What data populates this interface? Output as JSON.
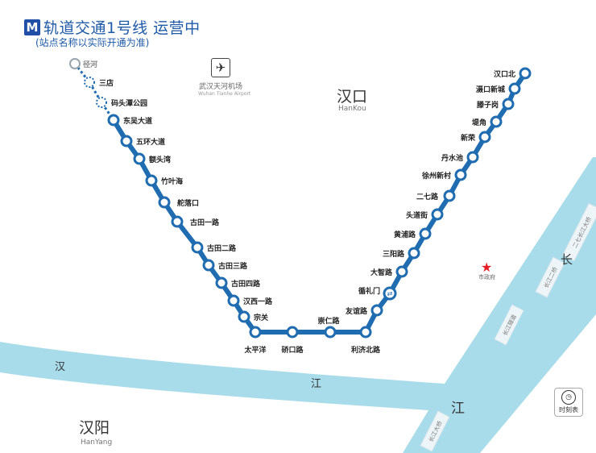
{
  "header": {
    "logo_glyph": "M",
    "title": "轨道交通1号线 运营中",
    "subtitle": "(站点名称以实际开通为准)"
  },
  "districts": {
    "hankou_cn": "汉口",
    "hankou_en": "HanKou",
    "hanyang_cn": "汉阳",
    "hanyang_en": "HanYang"
  },
  "rivers": {
    "han_1": "汉",
    "han_2": "江",
    "yangtze_1": "长",
    "yangtze_2": "江"
  },
  "bridges": {
    "erqi": "二七长江大桥",
    "second": "长江二桥",
    "tunnel": "长江隧道",
    "first": "长江大桥"
  },
  "landmarks": {
    "airport_cn": "武汉天河机场",
    "airport_en": "Wuhan Tianhe Airport",
    "city_gov": "市政府"
  },
  "timetable_label": "时刻表",
  "colors": {
    "line": "#1f6cb0",
    "station_fill": "#ffffff",
    "planned": "#9aa4ad",
    "river": "#a9dcea",
    "title": "#1e5aa8",
    "marker": "#e41e26"
  },
  "stations": [
    {
      "name": "径河",
      "status": "planned"
    },
    {
      "name": "三店",
      "status": "planned"
    },
    {
      "name": "码头潭公园",
      "status": "planned"
    },
    {
      "name": "东吴大道",
      "status": "open"
    },
    {
      "name": "五环大道",
      "status": "open"
    },
    {
      "name": "额头湾",
      "status": "open"
    },
    {
      "name": "竹叶海",
      "status": "open"
    },
    {
      "name": "舵落口",
      "status": "open"
    },
    {
      "name": "古田一路",
      "status": "open"
    },
    {
      "name": "古田二路",
      "status": "open"
    },
    {
      "name": "古田三路",
      "status": "open"
    },
    {
      "name": "古田四路",
      "status": "open"
    },
    {
      "name": "汉西一路",
      "status": "open"
    },
    {
      "name": "宗关",
      "status": "open"
    },
    {
      "name": "太平洋",
      "status": "open"
    },
    {
      "name": "硚口路",
      "status": "open"
    },
    {
      "name": "崇仁路",
      "status": "open"
    },
    {
      "name": "利济北路",
      "status": "open"
    },
    {
      "name": "友谊路",
      "status": "open"
    },
    {
      "name": "循礼门",
      "status": "transfer"
    },
    {
      "name": "大智路",
      "status": "open"
    },
    {
      "name": "三阳路",
      "status": "open"
    },
    {
      "name": "黄浦路",
      "status": "open"
    },
    {
      "name": "头道街",
      "status": "open"
    },
    {
      "name": "二七路",
      "status": "open"
    },
    {
      "name": "徐州新村",
      "status": "open"
    },
    {
      "name": "丹水池",
      "status": "open"
    },
    {
      "name": "新荣",
      "status": "open"
    },
    {
      "name": "堤角",
      "status": "open"
    },
    {
      "name": "滕子岗",
      "status": "open"
    },
    {
      "name": "滠口新城",
      "status": "open"
    },
    {
      "name": "汉口北",
      "status": "open"
    }
  ]
}
